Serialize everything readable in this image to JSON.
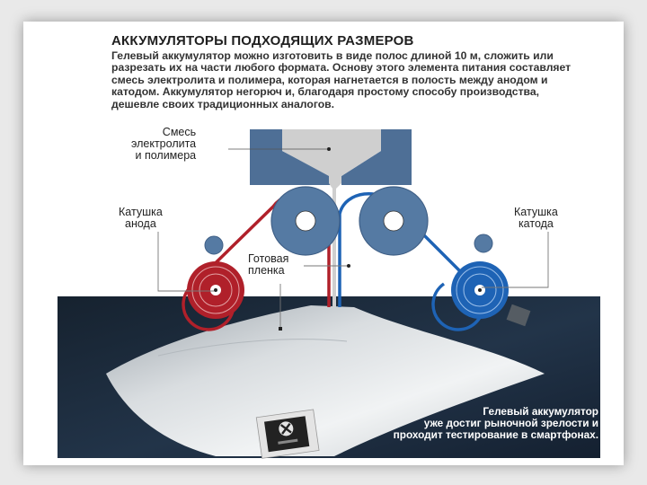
{
  "title": "АККУМУЛЯТОРЫ ПОДХОДЯЩИХ РАЗМЕРОВ",
  "intro": "Гелевый аккумулятор можно изготовить в виде полос длиной 10 м, сложить или разрезать их на части любого формата. Основу этого элемента питания составляет смесь электролита и полимера, которая нагнетается в полость между анодом и катодом. Аккумулятор негорюч и, благодаря простому способу производства, дешевле своих традиционных аналогов.",
  "labels": {
    "mix": "Смесь\nэлектролита\nи полимера",
    "anode": "Катушка\nанода",
    "cathode": "Катушка\nкатода",
    "film": "Готовая\nпленка"
  },
  "caption": "Гелевый аккумулятор\nуже достиг рыночной зрелости и проходит тестирование в смартфонах.",
  "colors": {
    "anode": "#b0202a",
    "cathode": "#1e63b5",
    "spool": "#557aa3",
    "hopper": "#4e6f96",
    "gel": "#cfcfcf",
    "photo_bg": "#1c2b3c"
  }
}
